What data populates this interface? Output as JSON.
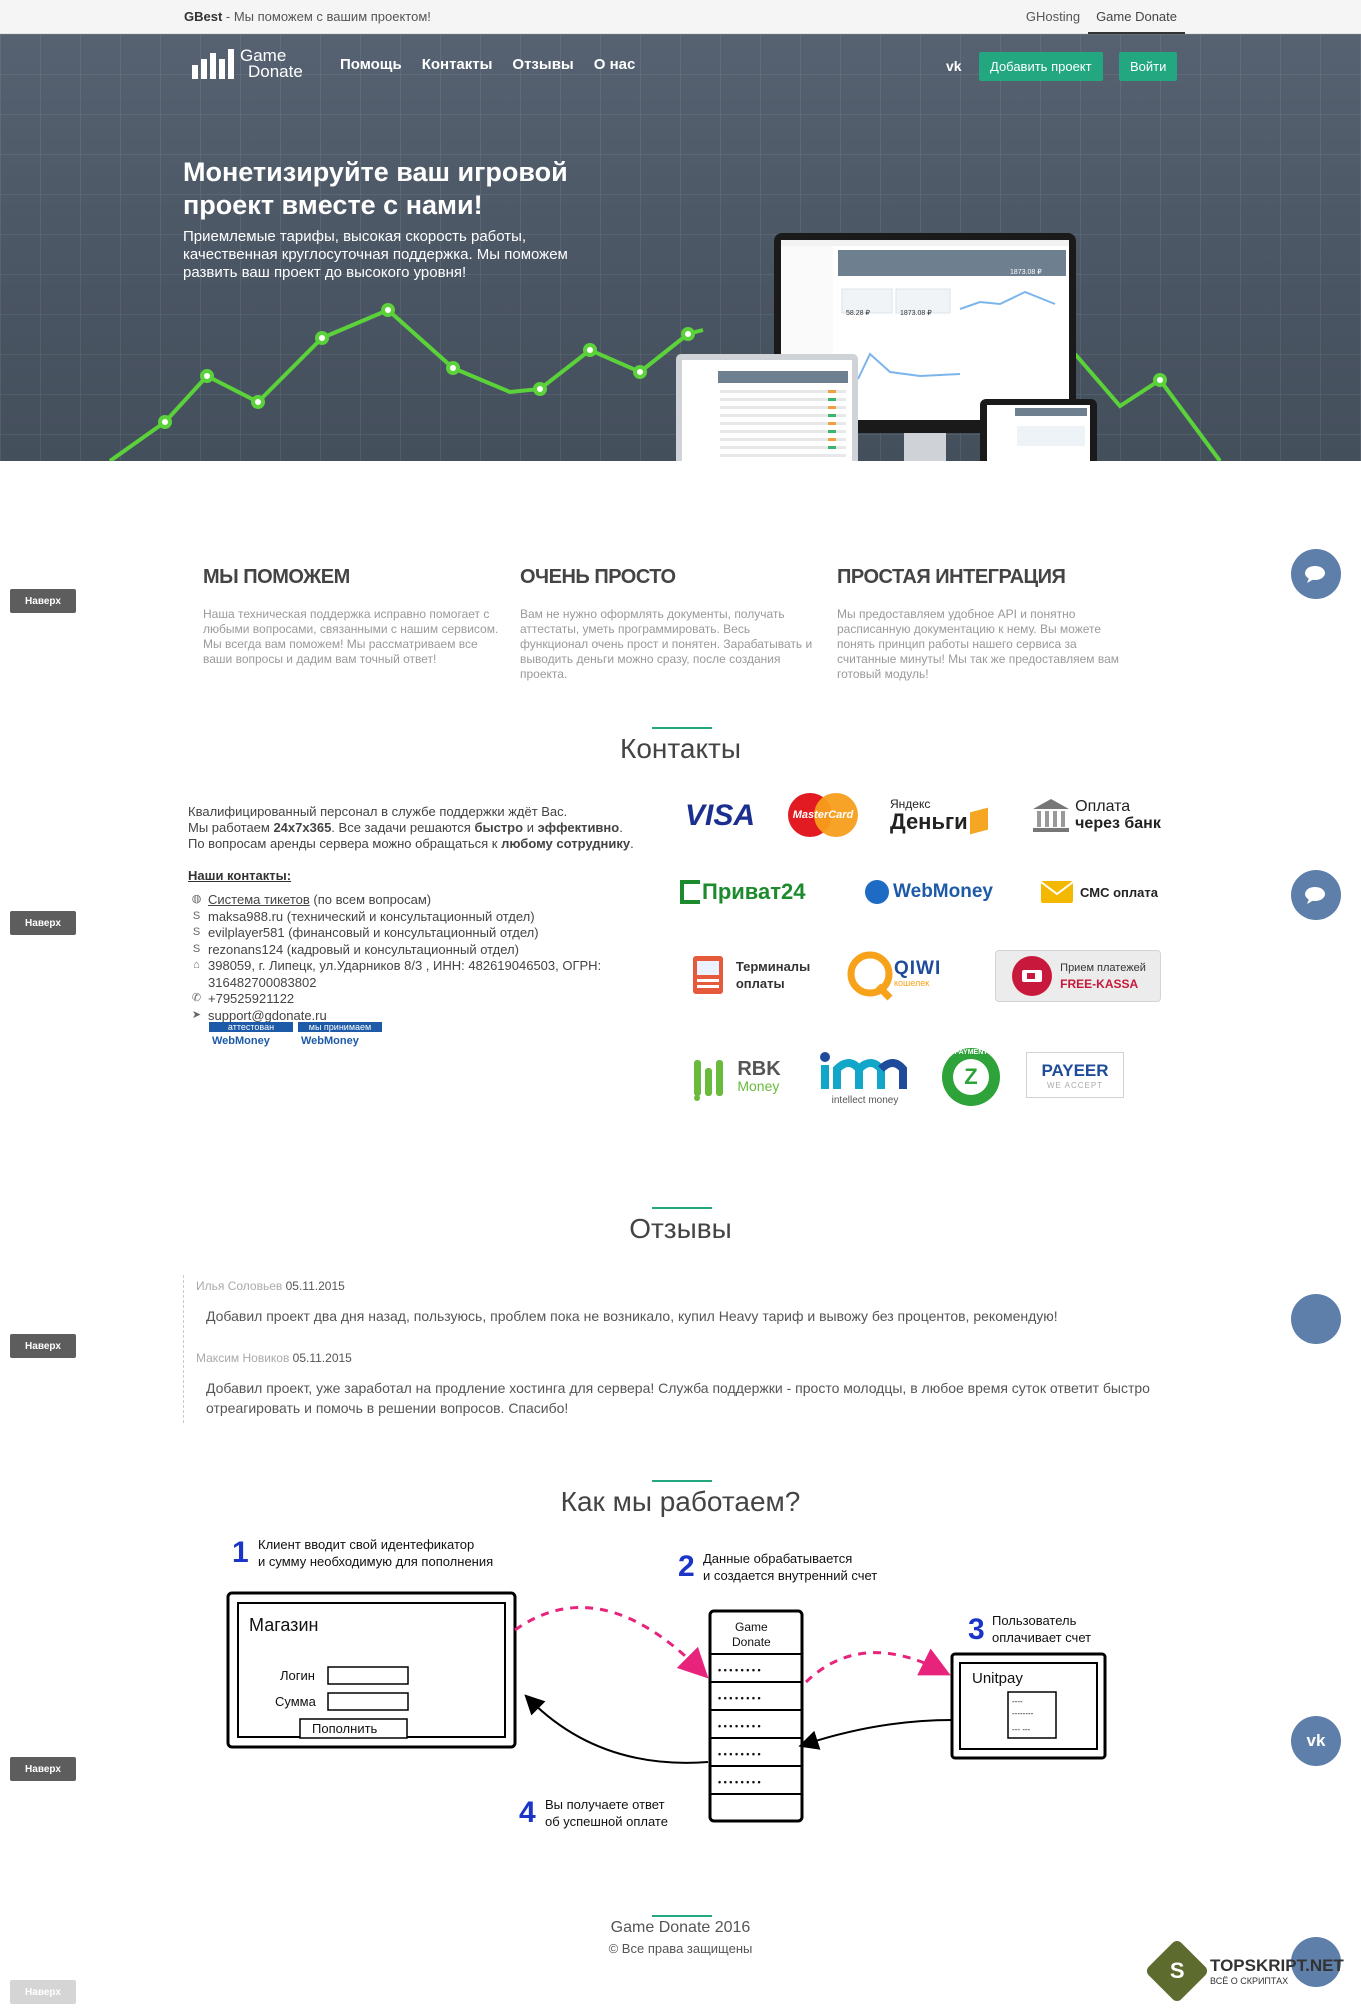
{
  "topbar": {
    "brand": "GBest",
    "brand_tail": " - Мы поможем с вашим проектом!",
    "links": [
      "GHosting",
      "Game Donate"
    ]
  },
  "header": {
    "logo_line1": "Game",
    "logo_line2": "Donate",
    "nav": [
      "Помощь",
      "Контакты",
      "Отзывы",
      "О нас"
    ],
    "vk_label": "vk",
    "add_project": "Добавить проект",
    "login": "Войти"
  },
  "hero": {
    "title_line1": "Монетизируйте ваш игровой",
    "title_line2": "проект вместе с нами!",
    "subtitle": "Приемлемые тарифы, высокая скорость работы, качественная круглосуточная поддержка. Мы поможем развить ваш проект до высокого уровня!",
    "screen_values": [
      "58.28 ₽",
      "1873.08 ₽",
      "1873.08 ₽"
    ]
  },
  "side": {
    "naverh": "Наверх",
    "vk_circle": "vk"
  },
  "features": [
    {
      "title": "МЫ ПОМОЖЕМ",
      "text": "Наша техническая поддержка исправно помогает с любыми вопросами, связанными с нашим сервисом. Мы всегда вам поможем! Мы рассматриваем все ваши вопросы и дадим вам точный ответ!"
    },
    {
      "title": "ОЧЕНЬ ПРОСТО",
      "text": "Вам не нужно оформлять документы, получать аттестаты, уметь программировать. Весь функционал очень прост и понятен. Зарабатывать и выводить деньги можно сразу, после создания проекта."
    },
    {
      "title": "ПРОСТАЯ ИНТЕГРАЦИЯ",
      "text": "Мы предоставляем удобное API и понятно расписанную документацию к нему. Вы можете понять принцип работы нашего сервиса за считанные минуты! Мы так же предоставляем вам готовый модуль!"
    }
  ],
  "contacts": {
    "title": "Контакты",
    "line1": "Квалифицированный персонал в службе поддержки ждёт Вас.",
    "line2_a": "Мы работаем ",
    "line2_b": "24x7x365",
    "line2_c": ". Все задачи решаются ",
    "line2_d": "быстро",
    "line2_e": " и ",
    "line2_f": "эффективно",
    "line2_g": ".",
    "line3_a": "По вопросам аренды сервера можно обращаться к ",
    "line3_b": "любому сотруднику",
    "line3_c": ".",
    "heading": "Наши контакты:",
    "tickets_link": "Система тикетов",
    "tickets_tail": " (по всем вопросам)",
    "skype1": "maksa988.ru (технический и консультационный отдел)",
    "skype2": "evilplayer581 (финансовый и консультационный отдел)",
    "skype3": "rezonans124 (кадровый и консультационный отдел)",
    "address": "398059, г. Липецк, ул.Ударников 8/3 , ИНН: 482619046503, ОГРН: 316482700083802",
    "phone": "+79525921122",
    "email": "support@gdonate.ru",
    "wm_badge1_top": "аттестован",
    "wm_badge2_top": "мы принимаем",
    "wm_text": "WebMoney"
  },
  "payments": {
    "visa": "VISA",
    "mastercard": "MasterCard",
    "yandex1": "Яндекс",
    "yandex2": "Деньги",
    "bank1": "Оплата",
    "bank2": "через банк",
    "privat": "Приват24",
    "webmoney": "WebMoney",
    "sms": "СМС оплата",
    "terminals1": "Терминалы",
    "terminals2": "оплаты",
    "qiwi": "QIWI",
    "qiwi_sub": "кошелек",
    "freekassa1": "Прием платежей",
    "freekassa2": "FREE-KASSA",
    "rbk1": "RBK",
    "rbk2": "Money",
    "intellect": "intellect money",
    "zpayment": "Z",
    "zpayment_ring": "PAYMENT",
    "payeer": "PAYEER",
    "payeer_sub": "WE ACCEPT"
  },
  "reviews": {
    "title": "Отзывы",
    "items": [
      {
        "author": "Илья Соловьев",
        "date": "05.11.2015",
        "text": "Добавил проект два дня назад, пользуюсь, проблем пока не возникало, купил Heavy тариф и вывожу без процентов, рекомендую!"
      },
      {
        "author": "Максим Новиков",
        "date": "05.11.2015",
        "text": "Добавил проект, уже заработал на продление хостинга для сервера! Служба поддержки - просто молодцы, в любое время суток ответит быстро отреагировать и помочь в решении вопросов. Спасибо!"
      }
    ]
  },
  "how": {
    "title": "Как мы работаем?",
    "step1_num": "1",
    "step1_a": "Клиент вводит свой идентефикатор",
    "step1_b": "и сумму необходимую для пополнения",
    "step2_num": "2",
    "step2_a": "Данные обрабатывается",
    "step2_b": "и создается внутренний счет",
    "step3_num": "3",
    "step3_a": "Пользователь",
    "step3_b": "оплачивает счет",
    "step4_num": "4",
    "step4_a": "Вы получаете ответ",
    "step4_b": "об успешной оплате",
    "shop": "Магазин",
    "login_label": "Логин",
    "sum_label": "Сумма",
    "pay_button": "Пополнить",
    "server1": "Game",
    "server2": "Donate",
    "unitpay": "Unitpay",
    "dots": "• • • • • • • •",
    "receipt1": "----",
    "receipt2": "--------",
    "receipt3": "---  ---"
  },
  "footer": {
    "title": "Game Donate 2016",
    "rights": "© Все права защищены",
    "topskript_s": "S",
    "topskript": "TOPSKRIPT.NET",
    "topskript_sub": "ВСЁ О СКРИПТАХ"
  },
  "colors": {
    "accent": "#22a781",
    "hero_bg": "#4f5a68",
    "chart_line": "#5bd23a",
    "circle": "#5f7fab",
    "pink_arrow": "#e8237c",
    "step_num": "#1a35c8"
  }
}
